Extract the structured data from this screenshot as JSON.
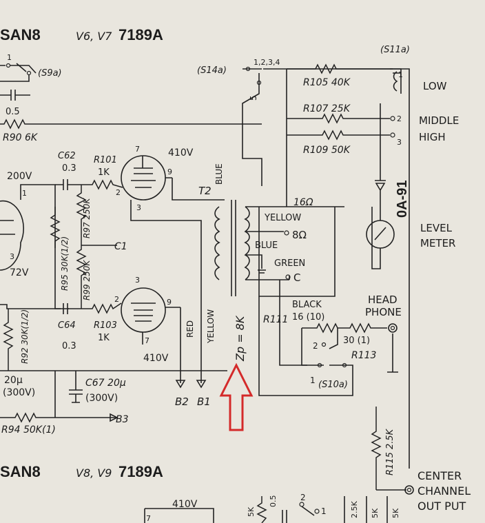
{
  "header_top": {
    "left": "SAN8",
    "tubes": "V6, V7",
    "tube_type": "7189A"
  },
  "header_bottom": {
    "left": "SAN8",
    "tubes": "V8, V9",
    "tube_type": "7189A"
  },
  "switches": {
    "s9a": "(S9a)",
    "s14a": "(S14a)",
    "s11a": "(S11a)",
    "s10a": "(S10a)",
    "s14a_positions": "1,2,3,4",
    "s14a_pos5": "5",
    "s10a_pos1": "1",
    "s10a_pos2": "2",
    "s9a_pos": "1"
  },
  "components": {
    "c_top": "0.5",
    "r90": "R90 6K",
    "c62": "C62",
    "c62_val": "0.3",
    "r101": "R101",
    "r101_val": "1K",
    "r97": "R97 250K",
    "r99": "R99 250K",
    "r95": "R95 30K(1/2)",
    "c1": "C1",
    "c64": "C64",
    "c64_val": "0.3",
    "r103": "R103",
    "r103_val": "1K",
    "r92": "R92 30K(1/2)",
    "cap20": "20μ",
    "cap300": "(300V)",
    "c67": "C67 20μ",
    "c67_v": "(300V)",
    "r94": "R94 50K(1)",
    "b3": "B3",
    "r105": "R105 40K",
    "r107": "R107 25K",
    "r109": "R109 50K",
    "r111": "R111",
    "r111_val": "16 (10)",
    "r113": "R113",
    "r113_val": "30 (1)",
    "r115": "R115 2.5K",
    "diode": "0A-91",
    "r_bot1": "2.5K",
    "r_bot2": "5K",
    "r_bot3": "5K",
    "r_bot4": "5K",
    "c_bot": "0.5",
    "bot_sw": "2",
    "bot_sw1": "1"
  },
  "voltages": {
    "v410_top": "410V",
    "v410_mid": "410V",
    "v410_bot": "410V",
    "v200": "200V",
    "v72": "72V"
  },
  "transformer": {
    "name": "T2",
    "zp": "Zp = 8K",
    "tap16": "16Ω",
    "tap8": "8Ω",
    "tapc": "C"
  },
  "wire_colors": {
    "blue_top": "BLUE",
    "yellow": "YELLOW",
    "blue": "BLUE",
    "green": "GREEN",
    "black": "BLACK",
    "red": "RED",
    "yellow_v": "YELLOW"
  },
  "pins": {
    "p7a": "7",
    "p9a": "9",
    "p2a": "2",
    "p3a": "3",
    "p3b": "3",
    "p2b": "2",
    "p9b": "9",
    "p7b": "7",
    "p1": "1",
    "p3c": "3",
    "p7c": "7"
  },
  "outputs": {
    "b2": "B2",
    "b1": "B1",
    "level": "LEVEL",
    "meter": "METER",
    "low": "LOW",
    "middle": "MIDDLE",
    "high": "HIGH",
    "head": "HEAD",
    "phone": "PHONE",
    "center1": "CENTER",
    "center2": "CHANNEL",
    "center3": "OUT PUT"
  },
  "switch_positions": {
    "s11_1": "1",
    "s11_2": "2",
    "s11_3": "3"
  },
  "colors": {
    "paper": "#e9e6de",
    "ink": "#222222",
    "arrow": "#d42a2a"
  }
}
